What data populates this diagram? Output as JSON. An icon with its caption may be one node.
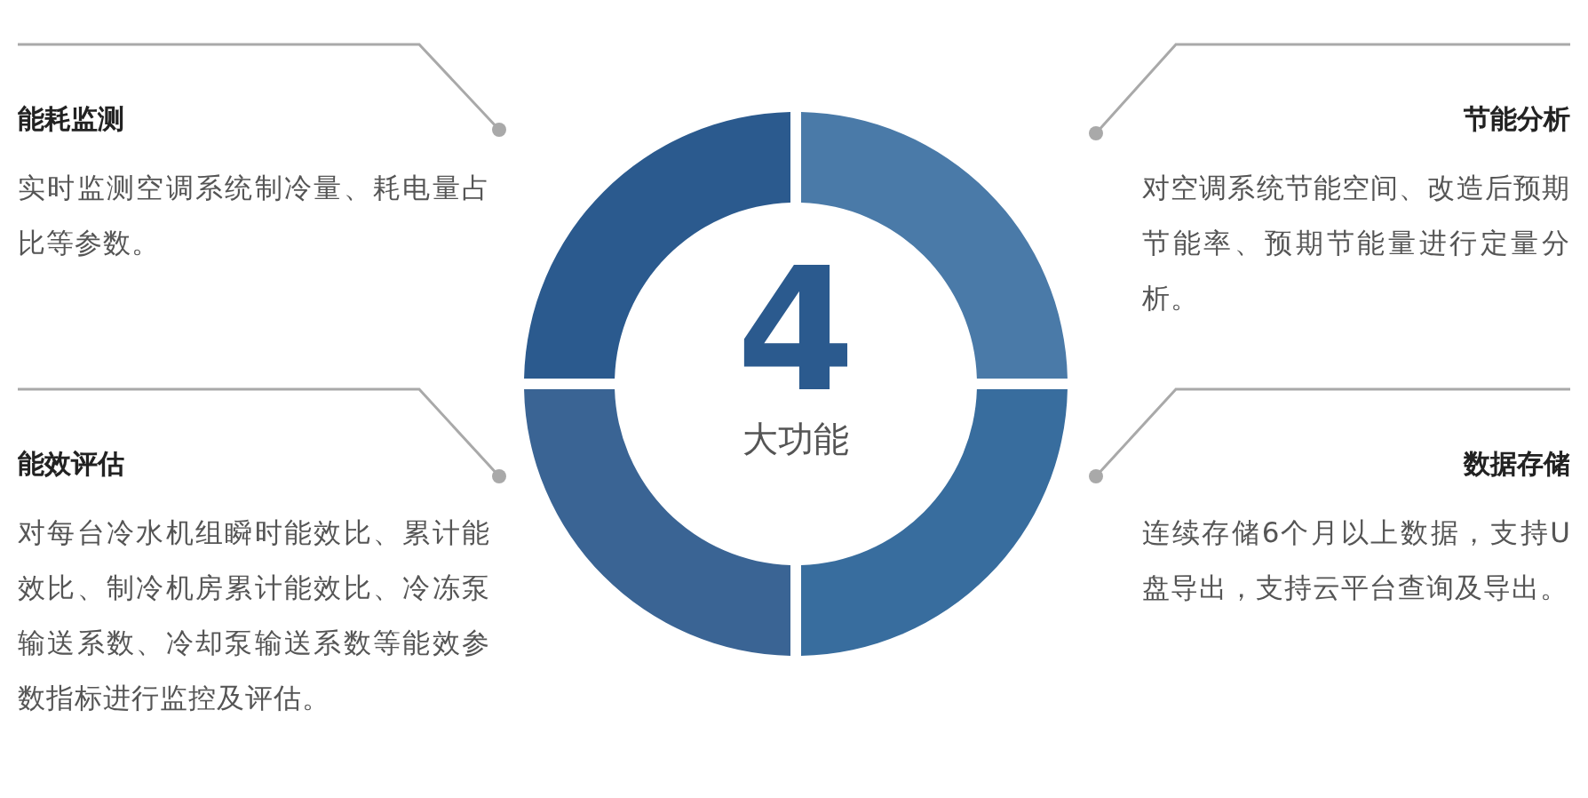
{
  "diagram": {
    "nodes": [
      {
        "text": [
          "4",
          "大功能"
        ]
      },
      {
        "text": [
          "能耗监测",
          "实时监测空调系统制冷量、耗电量占比等参数。"
        ]
      },
      {
        "text": [
          "节能分析",
          "对空调系统节能空间、改造后预期节能率、预期节能量进行定量分析。"
        ]
      },
      {
        "text": [
          "能效评估",
          "对每台冷水机组瞬时能效比、累计能效比、制冷机房累计能效比、冷冻泵输送系数、冷却泵输送系数等能效参数指标进行监控及评估。"
        ]
      },
      {
        "text": [
          "数据存储",
          "连续存储6个月以上数据，支持U盘导出，支持云平台查询及导出。"
        ]
      }
    ],
    "edges": [
      {
        "from": 1,
        "to": null,
        "arrow": "other"
      },
      {
        "from": 2,
        "to": null,
        "arrow": "other"
      },
      {
        "from": 3,
        "to": null,
        "arrow": "other"
      },
      {
        "from": 4,
        "to": null,
        "arrow": "other"
      }
    ]
  }
}
